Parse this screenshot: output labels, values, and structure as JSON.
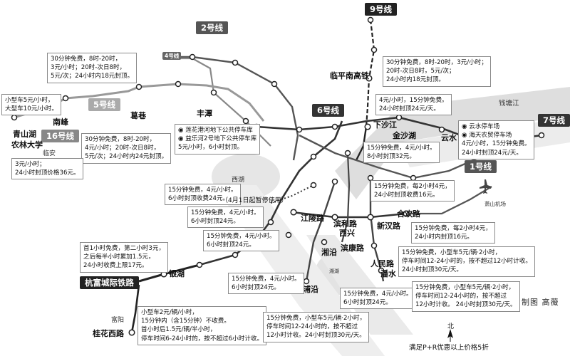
{
  "lines": {
    "l9": "9号线",
    "l2": "2号线",
    "l4": "4号线",
    "l5": "5号线",
    "l16": "16号线",
    "l6": "6号线",
    "l7": "7号线",
    "l1": "1号线",
    "hangfu": "杭富城际铁路"
  },
  "stations": {
    "linping": "临平南高铁",
    "nanfeng": "南峰",
    "qingshanhu": "青山湖",
    "nonglin": "农林大学",
    "gexiang": "葛巷",
    "fengtan": "丰潭",
    "xiashajiang": "下沙江",
    "jinshahu": "金沙湖",
    "yunshui": "云水",
    "jianglinglu": "江陵路",
    "binhelu": "滨和路",
    "xixing": "西兴",
    "xinhanlu": "新汉路",
    "hehuanlu": "合欢路",
    "xiangyan": "湘沿",
    "binkanglu": "滨康路",
    "renminlu": "人民路",
    "panshui": "潘水",
    "puyan": "浦沿",
    "yinhu": "银湖",
    "guihuaxilu": "桂花西路"
  },
  "areas": {
    "linan": "临安",
    "xihu": "西湖",
    "qiantangjiang": "钱塘江",
    "xiaoshan_airport": "萧山机场",
    "fuyang": "富阳",
    "xianghu": "湘湖"
  },
  "boxes": {
    "b_nanfeng": [
      "30分钟免费，8时-20时，",
      "3元/小时；20时-次日8时，",
      "5元/次；24小时内18元封顶。"
    ],
    "b_smallcar": [
      "小型车5元/小时，",
      "大型车10元/小时。"
    ],
    "b_linping": [
      "30分钟免费，8时-20时，3元/小时；",
      "20时-次日8时，5元/次；",
      "24小时内18元封顶。"
    ],
    "b_xiasha": [
      "4元/小时，15分钟免费。",
      "24小时封顶24元/天。"
    ],
    "b_yunshui": [
      "◉ 云水停车场",
      "◉ 海天农贸停车场",
      "4元/小时，15分钟免费。",
      "24小时封顶24元/天。"
    ],
    "b_jinsha": [
      "15分钟免费，4元/小时。",
      "8小时封顶32元。"
    ],
    "b_fengtan": [
      "◉ 莲花港河地下公共停车库",
      "◉ 益乐河2号地下公共停车库",
      "5元/小时，6小时封顶。"
    ],
    "b_gexiang": [
      "30分钟免费，8时-20时，",
      "4元/小时；20时-次日8时，",
      "5元/次；24小时内24元封顶。"
    ],
    "b_qingshan": [
      "3元/小时；",
      "24小时封顶价格36元。"
    ],
    "b_hehuan_n": [
      "15分钟免费，每2小时4元，",
      "24小时封顶收费16元。"
    ],
    "b_xihu": [
      "15分钟免费，4元/小时。",
      "6小时封顶收费24元。"
    ],
    "xihu_note": "（4月1日起暂停使用）",
    "b_jiangling": [
      "15分钟免费，4元/小时。",
      "6小时封顶24元。"
    ],
    "b_xinhan": [
      "15分钟免费，每2小时4元，",
      "24小时内封顶16元。"
    ],
    "b_xixing": [
      "15分钟免费，4元/小时。",
      "6小时封顶24元。"
    ],
    "b_yinhu": [
      "首1小时免费，第二小时3元，",
      "之后每半小时累加1.5元，",
      "24小时收费上限17元。"
    ],
    "b_renmin": [
      "15分钟免费，小型车5元/辆·2小时，",
      "停车时间12-24小时的，按不超过12小时计收。",
      "24小时封顶30元/天。"
    ],
    "b_puyan": [
      "15分钟免费，4元/小时。",
      "6小时封顶24元。"
    ],
    "b_binkang": [
      "15分钟免费，4元/小时。",
      "6小时封顶24元。"
    ],
    "b_panshui": [
      "15分钟免费，小型车5元/辆·2小时，",
      "停车时间12-24小时的，按不超过",
      "12小时计收。 24小时封顶30元/天。"
    ],
    "b_guihua": [
      "小型车2元/辆/小时，",
      "15分钟内（含15分钟）不收费。",
      "首小时后1.5元/辆/半小时，",
      "停车时间6-24小时的，按不超过6小时计收。"
    ],
    "b_xiangyan": [
      "15分钟免费，小型车5元/辆·2小时，",
      "停车时间12-24小时的，按不超过",
      "12小时计收。24小时封顶30元/天。"
    ]
  },
  "credit": "制图  高薇",
  "north": "北",
  "footer": "满足P+R优惠以上价格5折"
}
